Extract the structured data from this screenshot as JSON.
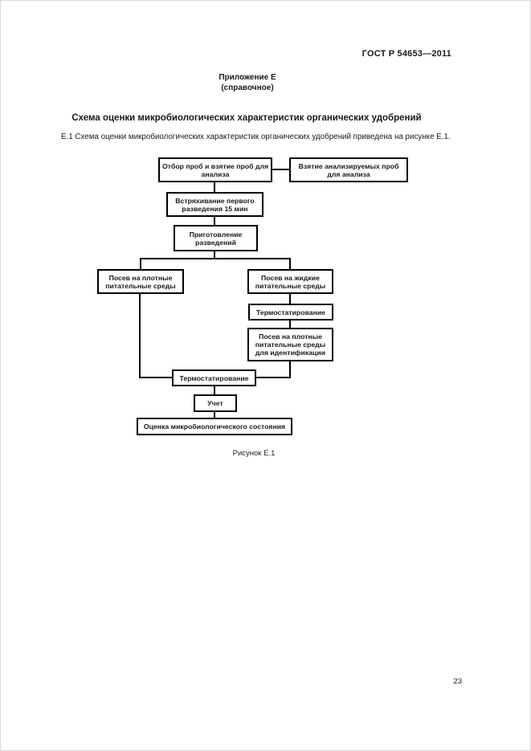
{
  "page": {
    "header_right": "ГОСТ Р 54653—2011",
    "appendix_title": "Приложение Е",
    "appendix_subtitle": "(справочное)",
    "section_title": "Схема оценки микробиологических характеристик органических удобрений",
    "paragraph": "Е.1 Схема оценки микробиологических характеристик органических удобрений приведена на рисунке Е.1.",
    "figure_caption": "Рисунок Е.1",
    "page_number": "23"
  },
  "flowchart": {
    "boxes": {
      "otbor": "Отбор проб и взятие проб для анализа",
      "vzyatie": "Взятие анализируемых проб для анализа",
      "vstryakhivanie": "Встряхивание первого разведения 15 мин",
      "prigotovlenie": "Приготовление разведений",
      "posev_plotnye": "Посев на плотные питательные среды",
      "posev_zhidkie": "Посев на жидкие питательные среды",
      "termostat_1": "Термостатирование",
      "posev_identif": "Посев на плотные питательные среды для идентификации",
      "termostat_2": "Термостатирование",
      "uchet": "Учет",
      "ocenka": "Оценка микробиологического состояния"
    }
  }
}
